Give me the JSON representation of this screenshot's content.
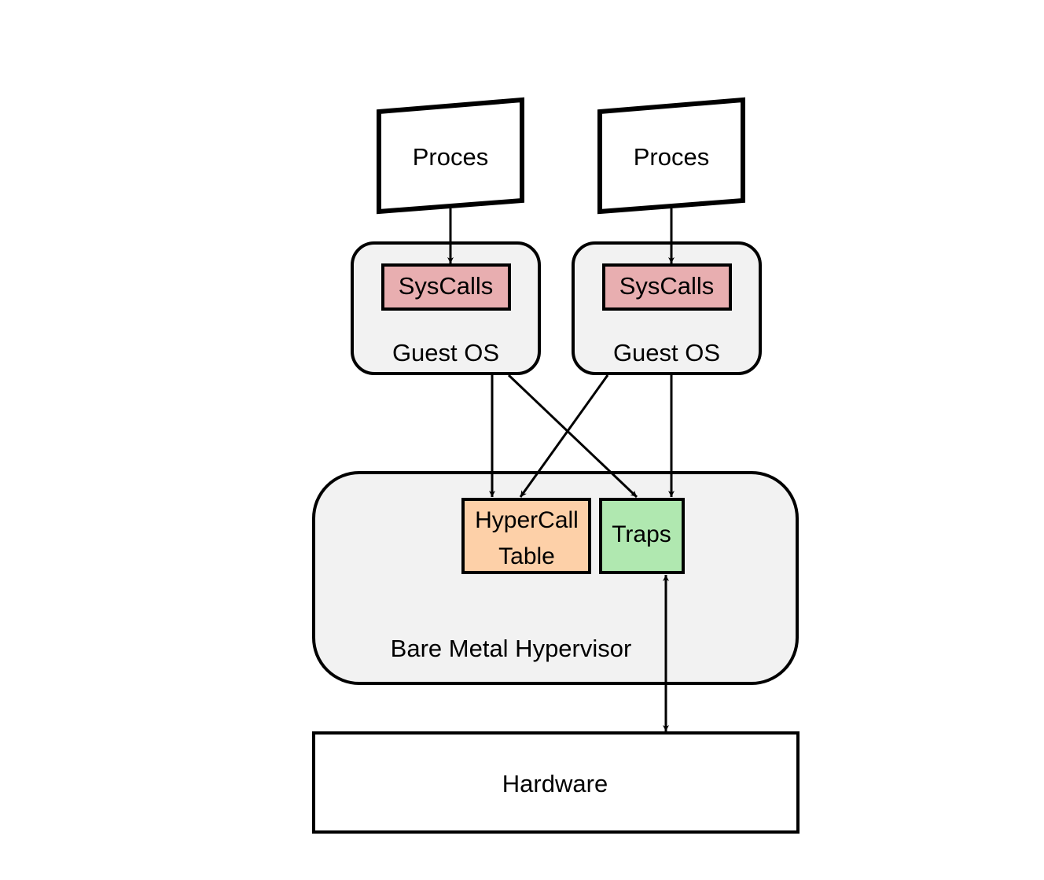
{
  "diagram": {
    "process_left": {
      "label": "Proces"
    },
    "process_right": {
      "label": "Proces"
    },
    "guest_left": {
      "label": "Guest OS",
      "syscalls_label": "SysCalls"
    },
    "guest_right": {
      "label": "Guest OS",
      "syscalls_label": "SysCalls"
    },
    "hypervisor": {
      "label": "Bare Metal Hypervisor",
      "hypercall_line1": "HyperCall",
      "hypercall_line2": "Table",
      "traps_label": "Traps"
    },
    "hardware": {
      "label": "Hardware"
    }
  },
  "colors": {
    "syscalls_fill": "#e8aeb0",
    "hypercall_fill": "#fdd0a8",
    "traps_fill": "#b0e8b0",
    "container_fill": "#f2f2f2",
    "stroke": "#000000"
  }
}
